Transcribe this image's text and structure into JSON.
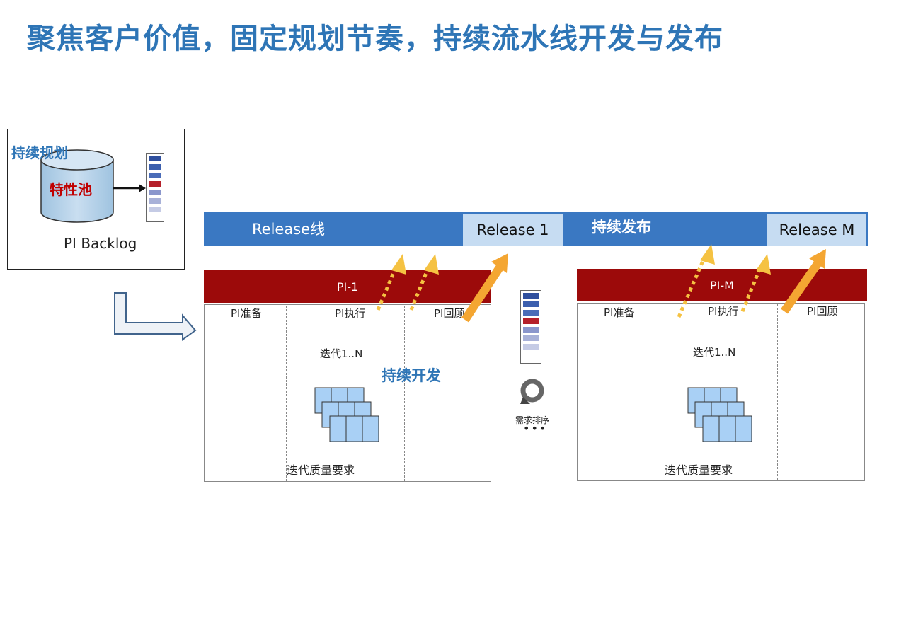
{
  "title": "聚焦客户价值，固定规划节奏，持续流水线开发与发布",
  "planning": {
    "label": "持续规划",
    "feature_pool": "特性池",
    "backlog": "PI Backlog"
  },
  "release_bar": {
    "label": "Release线",
    "release_1": "Release 1",
    "continuous_release": "持续发布",
    "release_m": "Release M"
  },
  "pi_1": {
    "header": "PI-1",
    "phases": [
      "PI准备",
      "PI执行",
      "PI回顾"
    ],
    "iterations": "迭代1..N",
    "dev_label": "持续开发",
    "quality": "迭代质量要求"
  },
  "pi_m": {
    "header": "PI-M",
    "phases": [
      "PI准备",
      "PI执行",
      "PI回顾"
    ],
    "iterations": "迭代1..N",
    "quality": "迭代质量要求"
  },
  "middle": {
    "sort_label": "需求排序",
    "dots": "•••"
  },
  "colors": {
    "title_blue": "#2e75b6",
    "release_bar": "#3a78c2",
    "release_box": "#c6dcf2",
    "pi_header": "#9c0a0a",
    "arrow_orange": "#f4a632",
    "arrow_dotted": "#f5c242",
    "feature_red": "#c00000"
  },
  "icons": [
    "cylinder-icon",
    "backlog-stack-icon",
    "bent-arrow-icon",
    "release-arrow-icon",
    "iteration-grid-icon",
    "cycle-icon"
  ]
}
